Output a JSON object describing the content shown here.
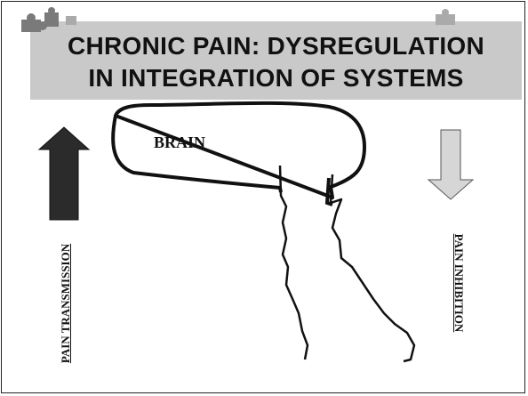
{
  "slide": {
    "title": "CHRONIC PAIN: DYSREGULATION\nIN INTEGRATION OF SYSTEMS",
    "brain_label": "BRAIN",
    "left_label": "PAIN TRANSMISSION",
    "right_label": "PAIN INHIBITION"
  },
  "colors": {
    "banner": "#c9c9c9",
    "up_arrow": "#2b2b2b",
    "down_arrow": "#d6d6d6",
    "ink": "#111111"
  },
  "icons": {
    "up_arrow": "arrow-up-icon",
    "down_arrow": "arrow-down-icon",
    "puzzle": "puzzle-piece-icon"
  }
}
